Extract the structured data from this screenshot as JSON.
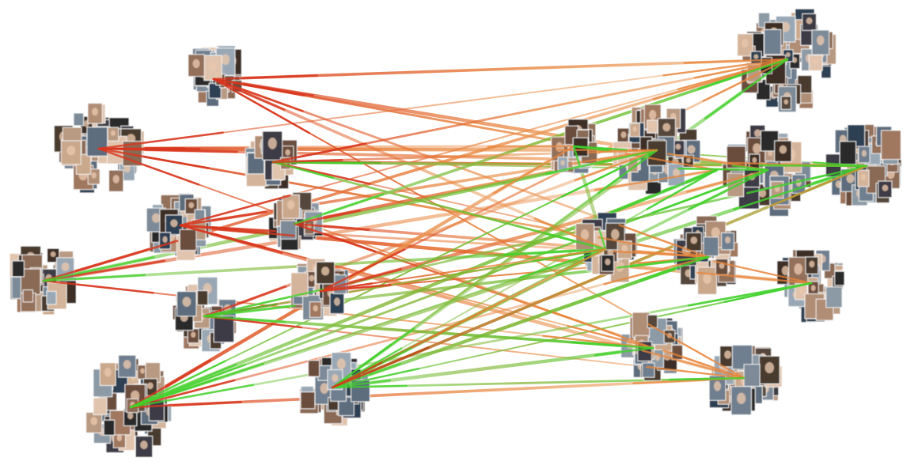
{
  "graph": {
    "node_style": "photo-collage clusters",
    "edge_colors": {
      "outgoing_red": "#d8361e",
      "mid_orange": "#e8843a",
      "incoming_green": "#3fd22a",
      "faint": "#f2c7a0"
    },
    "nodes": [
      {
        "id": "n1"
      },
      {
        "id": "n2"
      },
      {
        "id": "n3"
      },
      {
        "id": "n4"
      },
      {
        "id": "n5"
      },
      {
        "id": "n6"
      },
      {
        "id": "n7"
      },
      {
        "id": "n8"
      },
      {
        "id": "n9"
      },
      {
        "id": "n10"
      },
      {
        "id": "n11"
      },
      {
        "id": "n12"
      },
      {
        "id": "n13"
      },
      {
        "id": "n14"
      },
      {
        "id": "n15"
      },
      {
        "id": "n16"
      },
      {
        "id": "n17"
      },
      {
        "id": "n18"
      },
      {
        "id": "n19"
      },
      {
        "id": "n20"
      },
      {
        "id": "n21"
      }
    ],
    "edges": [
      {
        "from": "n2",
        "to": "n12"
      },
      {
        "from": "n2",
        "to": "n13"
      },
      {
        "from": "n2",
        "to": "n15"
      },
      {
        "from": "n2",
        "to": "n17"
      },
      {
        "from": "n2",
        "to": "n19"
      },
      {
        "from": "n2",
        "to": "n11"
      },
      {
        "from": "n1",
        "to": "n12"
      },
      {
        "from": "n1",
        "to": "n17"
      },
      {
        "from": "n1",
        "to": "n20"
      },
      {
        "from": "n1",
        "to": "n14"
      },
      {
        "from": "n1",
        "to": "n16"
      },
      {
        "from": "n1",
        "to": "n21"
      },
      {
        "from": "n4",
        "to": "n12"
      },
      {
        "from": "n4",
        "to": "n18"
      },
      {
        "from": "n4",
        "to": "n13"
      },
      {
        "from": "n4",
        "to": "n17"
      },
      {
        "from": "n4",
        "to": "n19"
      },
      {
        "from": "n4",
        "to": "n20"
      },
      {
        "from": "n3",
        "to": "n15"
      },
      {
        "from": "n3",
        "to": "n12"
      },
      {
        "from": "n3",
        "to": "n18"
      },
      {
        "from": "n5",
        "to": "n13"
      },
      {
        "from": "n5",
        "to": "n17"
      },
      {
        "from": "n5",
        "to": "n20"
      },
      {
        "from": "n6",
        "to": "n19"
      },
      {
        "from": "n6",
        "to": "n21"
      },
      {
        "from": "n6",
        "to": "n12"
      },
      {
        "from": "n7",
        "to": "n12"
      },
      {
        "from": "n7",
        "to": "n17"
      },
      {
        "from": "n7",
        "to": "n14"
      },
      {
        "from": "n8",
        "to": "n13"
      },
      {
        "from": "n8",
        "to": "n16"
      },
      {
        "from": "n8",
        "to": "n20"
      },
      {
        "from": "n9",
        "to": "n11"
      },
      {
        "from": "n9",
        "to": "n20"
      },
      {
        "from": "n9",
        "to": "n17"
      },
      {
        "from": "n15",
        "to": "n3"
      },
      {
        "from": "n15",
        "to": "n9"
      },
      {
        "from": "n15",
        "to": "n10"
      },
      {
        "from": "n15",
        "to": "n8"
      },
      {
        "from": "n16",
        "to": "n9"
      },
      {
        "from": "n16",
        "to": "n10"
      },
      {
        "from": "n16",
        "to": "n6"
      },
      {
        "from": "n16",
        "to": "n3"
      },
      {
        "from": "n16",
        "to": "n8"
      },
      {
        "from": "n12",
        "to": "n10"
      },
      {
        "from": "n12",
        "to": "n5"
      },
      {
        "from": "n13",
        "to": "n10"
      },
      {
        "from": "n13",
        "to": "n9"
      },
      {
        "from": "n13",
        "to": "n6"
      },
      {
        "from": "n14",
        "to": "n10"
      },
      {
        "from": "n14",
        "to": "n9"
      },
      {
        "from": "n14",
        "to": "n3"
      },
      {
        "from": "n17",
        "to": "n10"
      },
      {
        "from": "n17",
        "to": "n8"
      },
      {
        "from": "n18",
        "to": "n9"
      },
      {
        "from": "n18",
        "to": "n10"
      },
      {
        "from": "n19",
        "to": "n10"
      },
      {
        "from": "n19",
        "to": "n8"
      },
      {
        "from": "n20",
        "to": "n10"
      },
      {
        "from": "n21",
        "to": "n10"
      },
      {
        "from": "n21",
        "to": "n9"
      },
      {
        "from": "n10",
        "to": "n15"
      },
      {
        "from": "n10",
        "to": "n16"
      },
      {
        "from": "n11",
        "to": "n15"
      },
      {
        "from": "n11",
        "to": "n16"
      },
      {
        "from": "n11",
        "to": "n14"
      },
      {
        "from": "n3",
        "to": "n13"
      },
      {
        "from": "n7",
        "to": "n16"
      }
    ]
  }
}
